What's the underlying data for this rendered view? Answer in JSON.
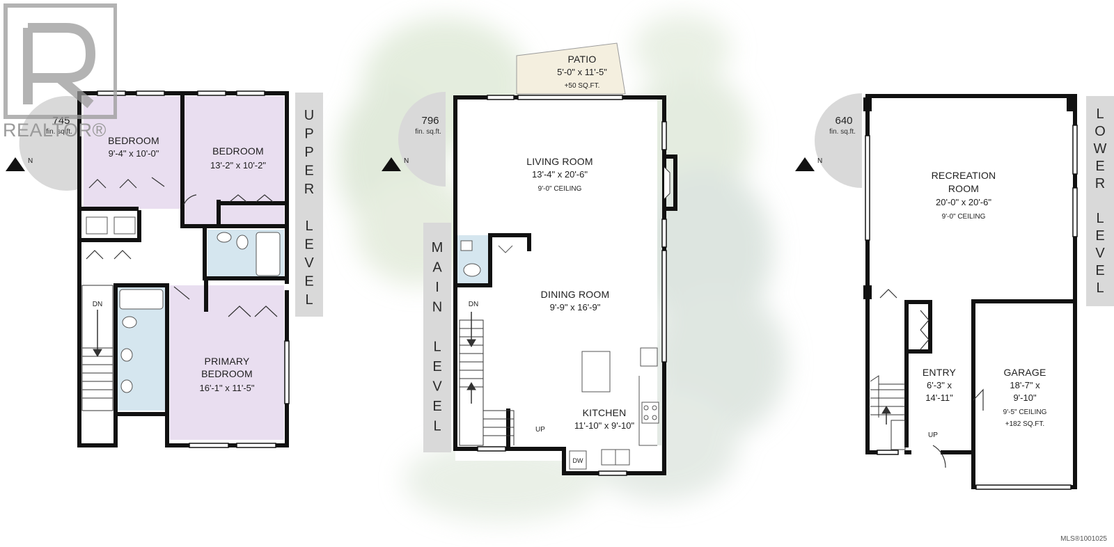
{
  "watermark": {
    "brand": "REALTOR®",
    "mls": "MLS®1001025"
  },
  "upper": {
    "level_letters": [
      "U",
      "P",
      "P",
      "E",
      "R",
      "",
      "L",
      "E",
      "V",
      "E",
      "L"
    ],
    "sqft": "745",
    "sqft_unit": "fin. sq.ft.",
    "north": "N",
    "bedroom1": {
      "name": "BEDROOM",
      "dim": "9'-4\" x 10'-0\""
    },
    "bedroom2": {
      "name": "BEDROOM",
      "dim": "13'-2\" x 10'-2\""
    },
    "primary": {
      "name1": "PRIMARY",
      "name2": "BEDROOM",
      "dim": "16'-1\" x 11'-5\""
    },
    "stair_label": "DN"
  },
  "main": {
    "level_letters": [
      "M",
      "A",
      "I",
      "N",
      "",
      "L",
      "E",
      "V",
      "E",
      "L"
    ],
    "sqft": "796",
    "sqft_unit": "fin. sq.ft.",
    "north": "N",
    "patio": {
      "name": "PATIO",
      "dim": "5'-0\" x 11'-5\"",
      "extra": "+50 SQ.FT."
    },
    "living": {
      "name": "LIVING ROOM",
      "dim": "13'-4\" x 20'-6\"",
      "ceiling": "9'-0\" CEILING"
    },
    "dining": {
      "name": "DINING ROOM",
      "dim": "9'-9\" x 16'-9\""
    },
    "kitchen": {
      "name": "KITCHEN",
      "dim": "11'-10\" x 9'-10\""
    },
    "stair_dn": "DN",
    "stair_up": "UP",
    "dw": "DW"
  },
  "lower": {
    "level_letters": [
      "L",
      "O",
      "W",
      "E",
      "R",
      "",
      "L",
      "E",
      "V",
      "E",
      "L"
    ],
    "sqft": "640",
    "sqft_unit": "fin. sq.ft.",
    "north": "N",
    "rec": {
      "name1": "RECREATION",
      "name2": "ROOM",
      "dim": "20'-0\" x 20'-6\"",
      "ceiling": "9'-0\" CEILING"
    },
    "entry": {
      "name": "ENTRY",
      "dim1": "6'-3\" x",
      "dim2": "14'-11\""
    },
    "garage": {
      "name": "GARAGE",
      "dim1": "18'-7\" x",
      "dim2": "9'-10\"",
      "ceiling": "9'-5\" CEILING",
      "extra": "+182 SQ.FT."
    },
    "stair_up": "UP"
  },
  "colors": {
    "wall": "#111111",
    "bedroom": "#e9def0",
    "bath": "#d5e6ef",
    "patio": "#f4efdf",
    "badge": "#d9d9d9",
    "levelbar": "#d9d9d9",
    "wash": "#c9d9c7"
  }
}
